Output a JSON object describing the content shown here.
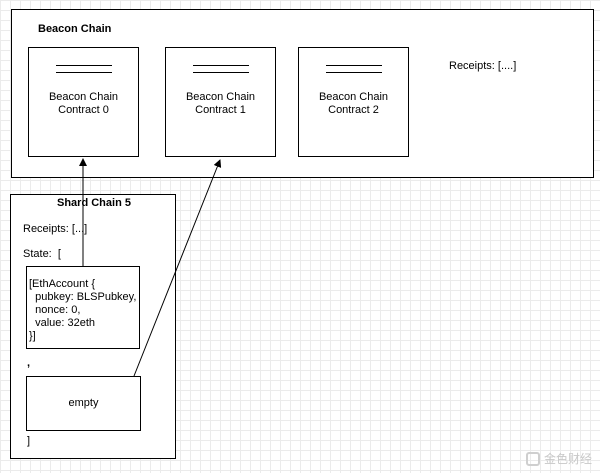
{
  "beacon": {
    "title": "Beacon Chain",
    "receipts": "Receipts: [....]",
    "contracts": [
      {
        "line1": "Beacon Chain",
        "line2": "Contract 0"
      },
      {
        "line1": "Beacon Chain",
        "line2": "Contract 1"
      },
      {
        "line1": "Beacon Chain",
        "line2": "Contract 2"
      }
    ]
  },
  "shard": {
    "title": "Shard Chain 5",
    "receipts": "Receipts: [...]",
    "state_open": "State:  [",
    "account": {
      "line1": "[EthAccount {",
      "line2": "  pubkey: BLSPubkey,",
      "line3": "  nonce: 0,",
      "line4": "  value: 32eth",
      "line5": "}]"
    },
    "comma": ",",
    "empty": "empty",
    "state_close": "]"
  },
  "watermark": "金色财经"
}
